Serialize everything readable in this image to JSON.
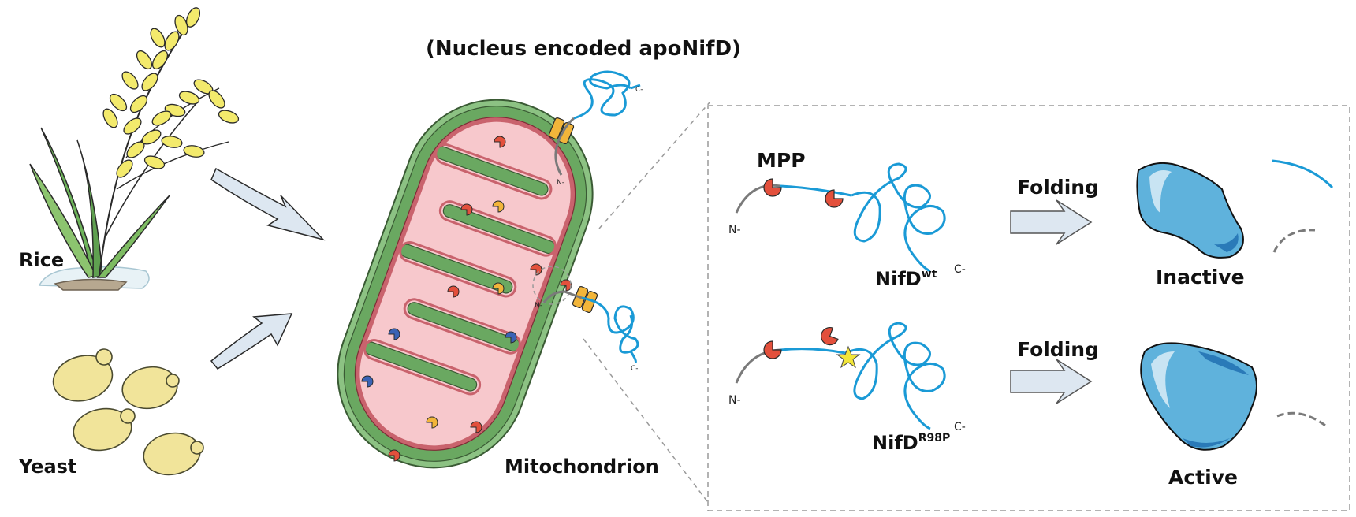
{
  "title": "(Nucleus encoded apoNifD)",
  "organisms": {
    "rice": "Rice",
    "yeast": "Yeast"
  },
  "organelle": "Mitochondrion",
  "protease": "MPP",
  "variants": {
    "wt": {
      "base": "NifD",
      "sup": "wt",
      "process": "Folding",
      "result": "Inactive"
    },
    "mut": {
      "base": "NifD",
      "sup": "R98P",
      "process": "Folding",
      "result": "Active"
    }
  },
  "termini": {
    "n": "N-",
    "c": "C-"
  },
  "colors": {
    "protein": "#1a9ad6",
    "presequence": "#7a7a7a",
    "mpp": "#e3503c",
    "matrix": "#f7c8cc",
    "membrane_outer": "#6aa861",
    "import_channel": "#f2b53a",
    "star": "#f2e63a",
    "folded": "#5fb2dc"
  }
}
